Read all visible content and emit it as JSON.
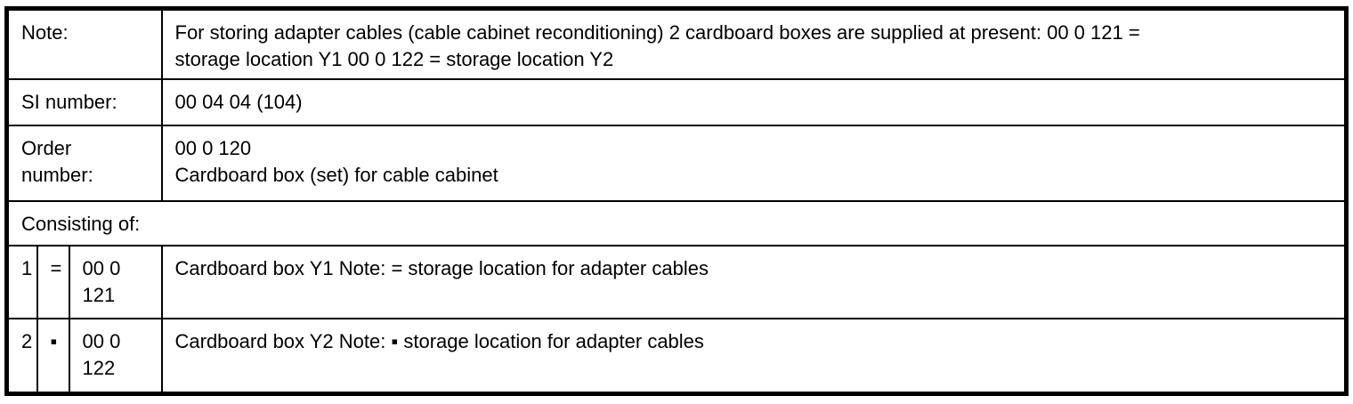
{
  "colors": {
    "border": "#000000",
    "text": "#000000",
    "background": "#ffffff"
  },
  "document": {
    "note": {
      "label": "Note:",
      "value": "For storing adapter cables (cable cabinet reconditioning) 2 cardboard boxes are supplied at present: 00 0 121 =\nstorage location Y1 00 0 122 = storage location Y2"
    },
    "si_number": {
      "label": "SI number:",
      "value": "00 04 04 (104)"
    },
    "order_number": {
      "label": "Order\nnumber:",
      "value": "00 0 120\nCardboard box (set) for cable cabinet"
    },
    "consisting_of": {
      "label": "Consisting of:",
      "items": [
        {
          "index": "1",
          "symbol": "=",
          "part_number": "00 0\n121",
          "description": "Cardboard box Y1 Note: = storage location for adapter cables"
        },
        {
          "index": "2",
          "symbol": "▪",
          "part_number": "00 0\n122",
          "description": "Cardboard box Y2 Note: ▪ storage location for adapter cables"
        }
      ]
    }
  }
}
